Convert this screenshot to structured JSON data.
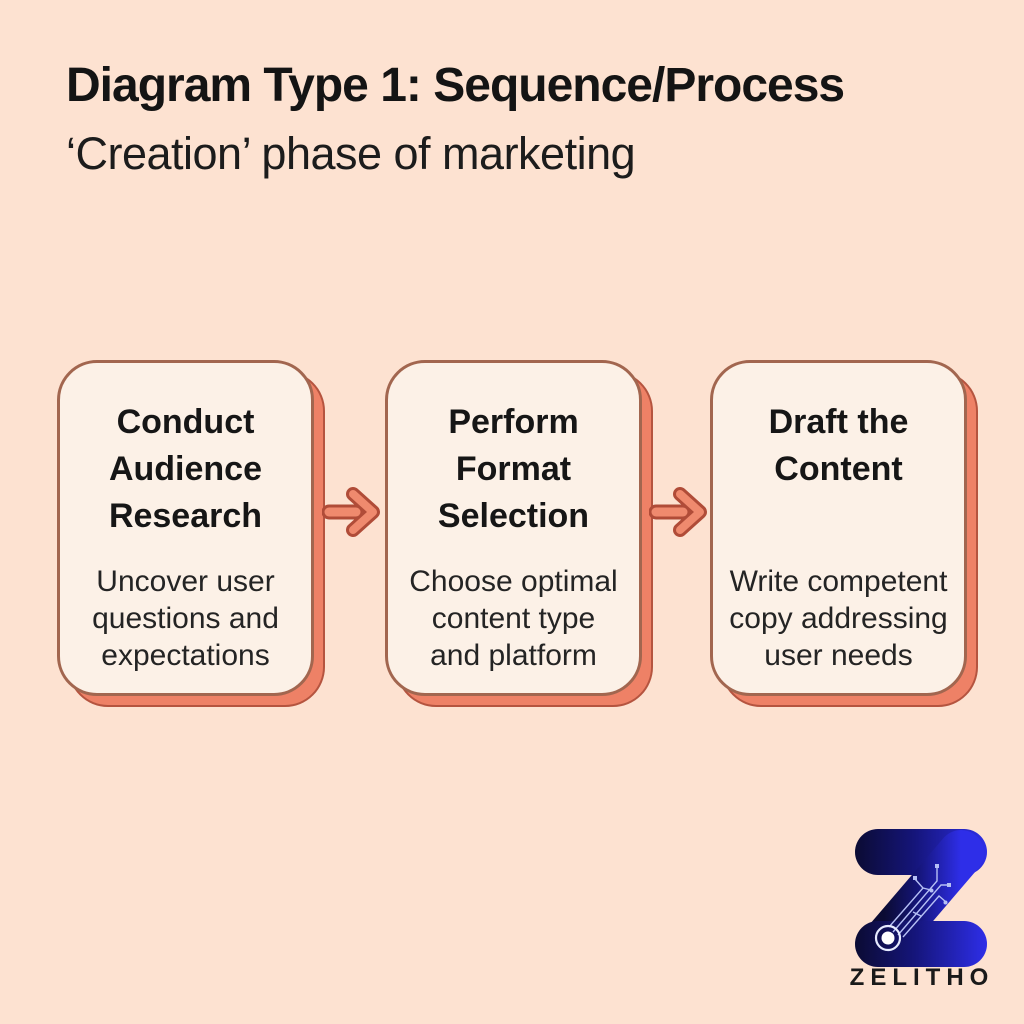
{
  "page": {
    "background_color": "#fde2d1"
  },
  "header": {
    "title": "Diagram Type 1: Sequence/Process",
    "subtitle": "‘Creation’ phase of marketing"
  },
  "process": {
    "type": "sequence",
    "steps": [
      {
        "heading": "Conduct\nAudience\nResearch",
        "description": "Uncover user\nquestions and\nexpectations"
      },
      {
        "heading": "Perform\nFormat\nSelection",
        "description": "Choose optimal\ncontent type\nand platform"
      },
      {
        "heading": "Draft the\nContent",
        "description": "Write competent\ncopy addressing\nuser needs"
      }
    ],
    "colors": {
      "box_fill": "#fcf1e7",
      "box_border": "#a2664f",
      "box_shadow": "#ee8166",
      "arrow_fill": "#ef8a6e",
      "arrow_outline": "#b04c38"
    }
  },
  "branding": {
    "logo_text": "ZELITHO",
    "logo_colors": {
      "dark_navy": "#0b0b33",
      "mid_navy": "#15157a",
      "bright_blue": "#2e2ee8",
      "circuit_trace": "#b6c0f5"
    }
  }
}
